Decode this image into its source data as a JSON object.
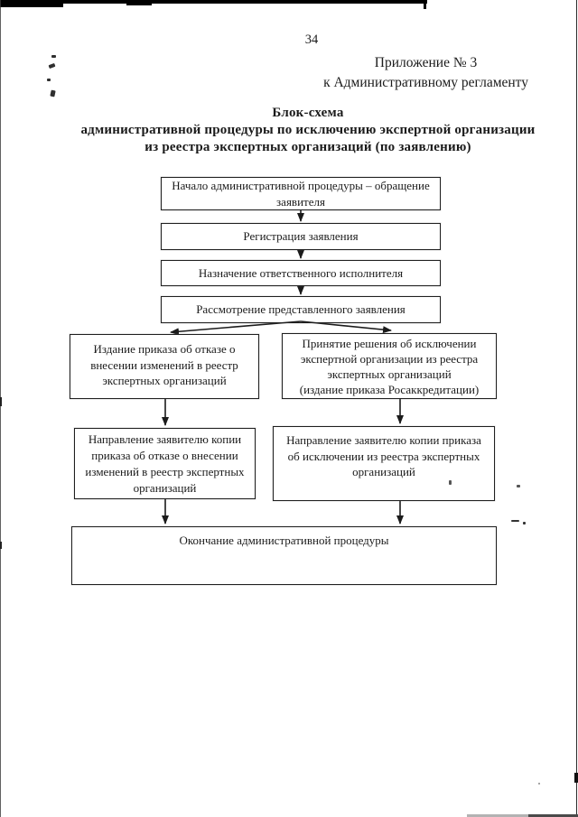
{
  "page": {
    "number": "34",
    "appendix": [
      "Приложение № 3",
      "к Административному регламенту"
    ],
    "title_lines": [
      "Блок-схема",
      "административной процедуры по исключению экспертной организации",
      "из реестра экспертных организаций (по заявлению)"
    ]
  },
  "fc": {
    "start": {
      "lines": [
        "Начало административной процедуры – обращение",
        "заявителя"
      ]
    },
    "register": {
      "lines": [
        "Регистрация заявления"
      ]
    },
    "assign": {
      "lines": [
        "Назначение ответственного исполнителя"
      ]
    },
    "review": {
      "lines": [
        "Рассмотрение представленного заявления"
      ]
    },
    "refuse": {
      "lines": [
        "Издание приказа об отказе о",
        "внесении изменений в реестр",
        "экспертных организаций"
      ]
    },
    "exclude": {
      "lines": [
        "Принятие решения об исключении",
        "экспертной организации из реестра",
        "экспертных организаций",
        "(издание приказа Росаккредитации)"
      ]
    },
    "send_refusal": {
      "lines": [
        "Направление заявителю копии",
        "приказа об отказе о внесении",
        "изменений в реестр экспертных",
        "организаций"
      ]
    },
    "send_exclusion": {
      "lines": [
        "Направление заявителю копии приказа",
        "об исключении из реестра экспертных",
        "организаций"
      ]
    },
    "end": {
      "lines": [
        "Окончание административной процедуры"
      ]
    }
  },
  "colors": {
    "ink": "#1b1b1b",
    "border": "#1f1f1f",
    "paper": "#ffffff",
    "scan_gray": "#b3b3b3"
  }
}
